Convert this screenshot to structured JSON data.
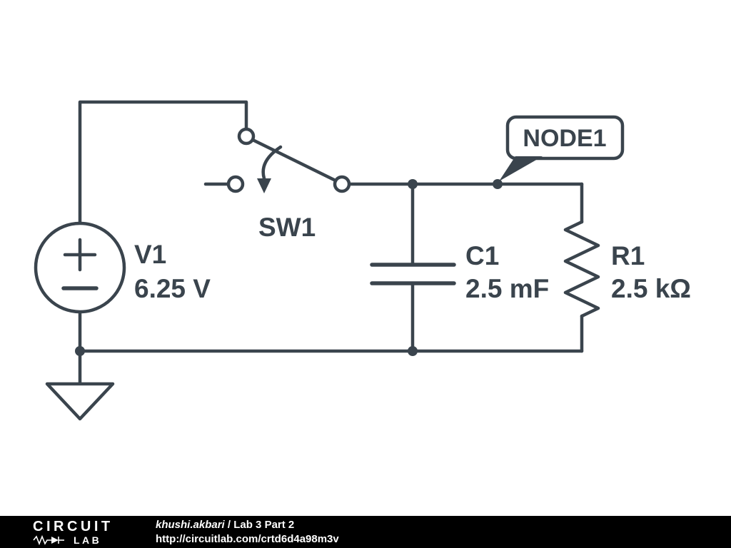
{
  "colors": {
    "ink": "#3a444d",
    "canvas_bg": "#ffffff",
    "footer_bg": "#000000",
    "footer_text": "#ffffff"
  },
  "schematic": {
    "source_v1": {
      "designator": "V1",
      "value": "6.25 V"
    },
    "switch_sw1": {
      "designator": "SW1"
    },
    "capacitor_c1": {
      "designator": "C1",
      "value": "2.5 mF"
    },
    "resistor_r1": {
      "designator": "R1",
      "value": "2.5 kΩ"
    },
    "node_label": {
      "text": "NODE1"
    }
  },
  "footer": {
    "logo_line1": "CIRCUIT",
    "logo_line2": "LAB",
    "author": "khushi.akbari",
    "separator": " / ",
    "title": "Lab 3 Part 2",
    "url": "http://circuitlab.com/crtd6d4a98m3v"
  }
}
